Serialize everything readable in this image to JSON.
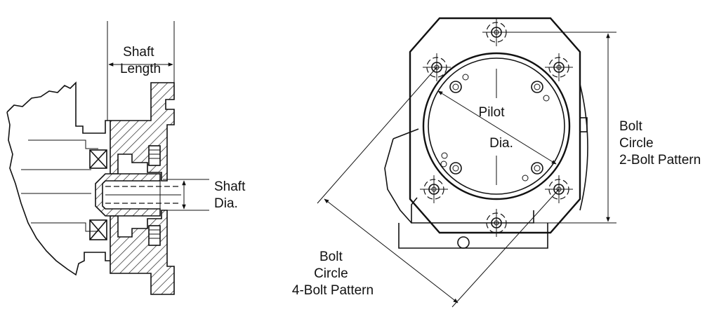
{
  "labels": {
    "shaft_length": [
      "Shaft",
      "Length"
    ],
    "shaft_dia": [
      "Shaft",
      "Dia."
    ],
    "pilot_dia": [
      "Pilot",
      "Dia."
    ],
    "bolt_circle_2": [
      "Bolt",
      "Circle",
      "2-Bolt Pattern"
    ],
    "bolt_circle_4": [
      "Bolt",
      "Circle",
      "4-Bolt Pattern"
    ]
  }
}
